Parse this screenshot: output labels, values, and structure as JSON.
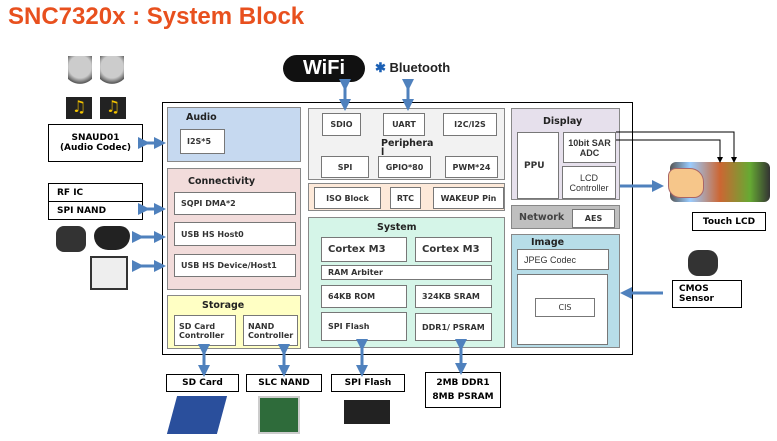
{
  "title": "SNC7320x : System Block",
  "logos": {
    "wifi": "WiFi",
    "bluetooth": "Bluetooth"
  },
  "audio": {
    "label": "Audio",
    "i2s": "I2S*5"
  },
  "connectivity": {
    "label": "Connectivity",
    "items": [
      "SQPI DMA*2",
      "USB HS Host0",
      "USB HS Device/Host1"
    ]
  },
  "storage": {
    "label": "Storage",
    "sd": "SD Card Controller",
    "nand": "NAND Controller"
  },
  "peripheral": {
    "label": "Periphera\nl",
    "items": [
      "SDIO",
      "UART",
      "I2C/I2S",
      "SPI",
      "GPIO*80",
      "PWM*24"
    ]
  },
  "misc": [
    "ISO Block",
    "RTC",
    "WAKEUP Pin"
  ],
  "system": {
    "label": "System",
    "items": [
      "Cortex M3",
      "Cortex M3",
      "RAM Arbiter",
      "64KB ROM",
      "324KB SRAM",
      "SPI Flash",
      "DDR1/ PSRAM"
    ]
  },
  "display": {
    "label": "Display",
    "ppu": "PPU",
    "adc": "10bit SAR ADC",
    "lcd": "LCD Controller"
  },
  "network": {
    "label": "Network",
    "aes": "AES"
  },
  "image": {
    "label": "Image",
    "jpeg": "JPEG Codec",
    "cis": "CIS"
  },
  "external": {
    "snaud": "SNAUD01",
    "snaud_sub": "(Audio Codec)",
    "rfic": "RF IC",
    "spinand": "SPI NAND",
    "sdcard": "SD Card",
    "slcnand": "SLC NAND",
    "spiflash": "SPI Flash",
    "ddr": "2MB DDR1",
    "psram": "8MB PSRAM",
    "touch": "Touch LCD",
    "cmos": "CMOS Sensor"
  },
  "colors": {
    "title": "#e8501e",
    "arrow": "#4f81bd",
    "audio": "#c6d9f0",
    "connectivity": "#f2dcdb",
    "storage": "#ffffc4",
    "peripheral": "#f2f2f2",
    "misc": "#fde9d9",
    "system": "#d5f5e8",
    "display": "#e6e0ec",
    "network": "#bfbfbf",
    "image": "#b7dde8"
  }
}
